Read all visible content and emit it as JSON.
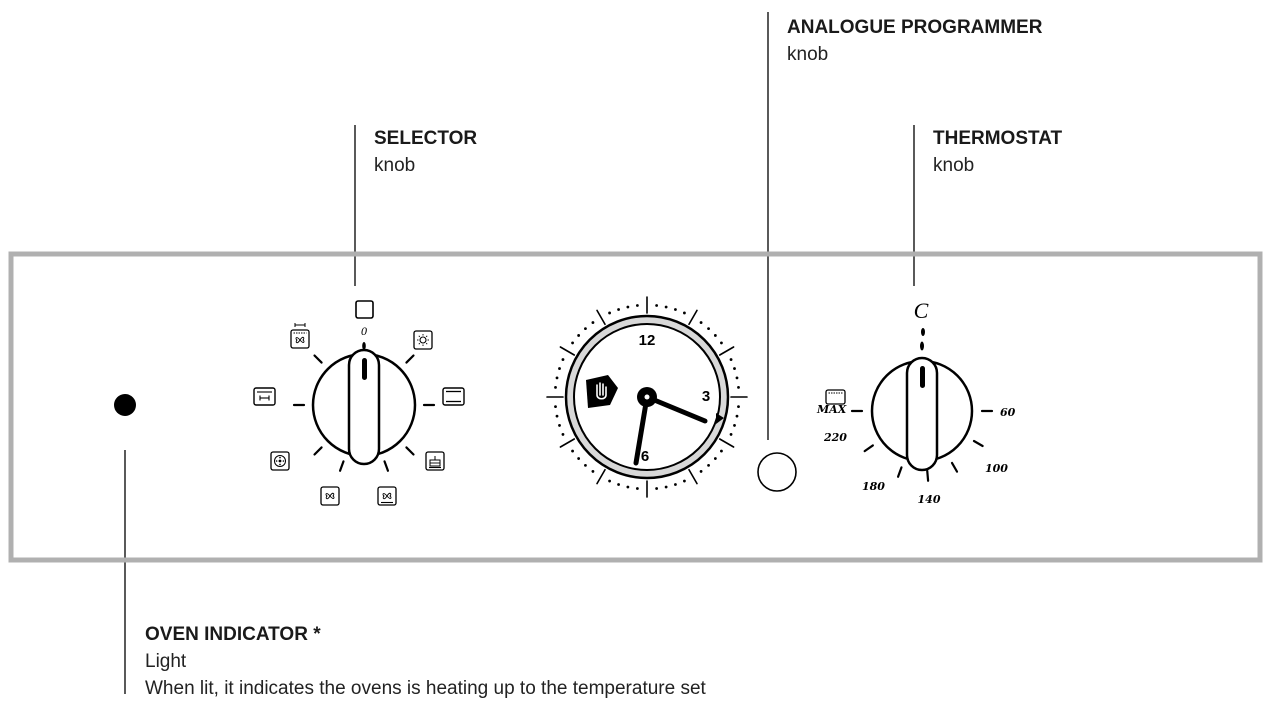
{
  "callouts": {
    "programmer": {
      "title": "ANALOGUE PROGRAMMER",
      "subtitle": "knob"
    },
    "selector": {
      "title": "SELECTOR",
      "subtitle": "knob"
    },
    "thermostat": {
      "title": "THERMOSTAT",
      "subtitle": "knob"
    },
    "indicator": {
      "title": "OVEN INDICATOR *",
      "subtitle": "Light",
      "description": "When lit, it indicates the ovens is heating up to the temperature set"
    }
  },
  "selector_knob": {
    "zero_mark": "0",
    "positions": [
      "off-square-icon",
      "defrost-light-icon",
      "conventional-oven-icon",
      "bottom-heat-cake-icon",
      "fan-bottom-heat-icon",
      "fan-oven-icon",
      "fan-circular-icon",
      "grill-icon",
      "fan-grill-icon"
    ]
  },
  "programmer_dial": {
    "numbers": [
      "12",
      "3",
      "6"
    ],
    "hand_icon": "manual-hand-icon"
  },
  "thermostat_knob": {
    "top_mark": "C",
    "max_label": "MAX",
    "temperatures": [
      "60",
      "100",
      "140",
      "180",
      "220"
    ],
    "max_icon": "top-heat-icon"
  },
  "colors": {
    "panel_border": "#b0b0b0",
    "dial_ring": "#d8d8d8",
    "ink": "#000000"
  }
}
